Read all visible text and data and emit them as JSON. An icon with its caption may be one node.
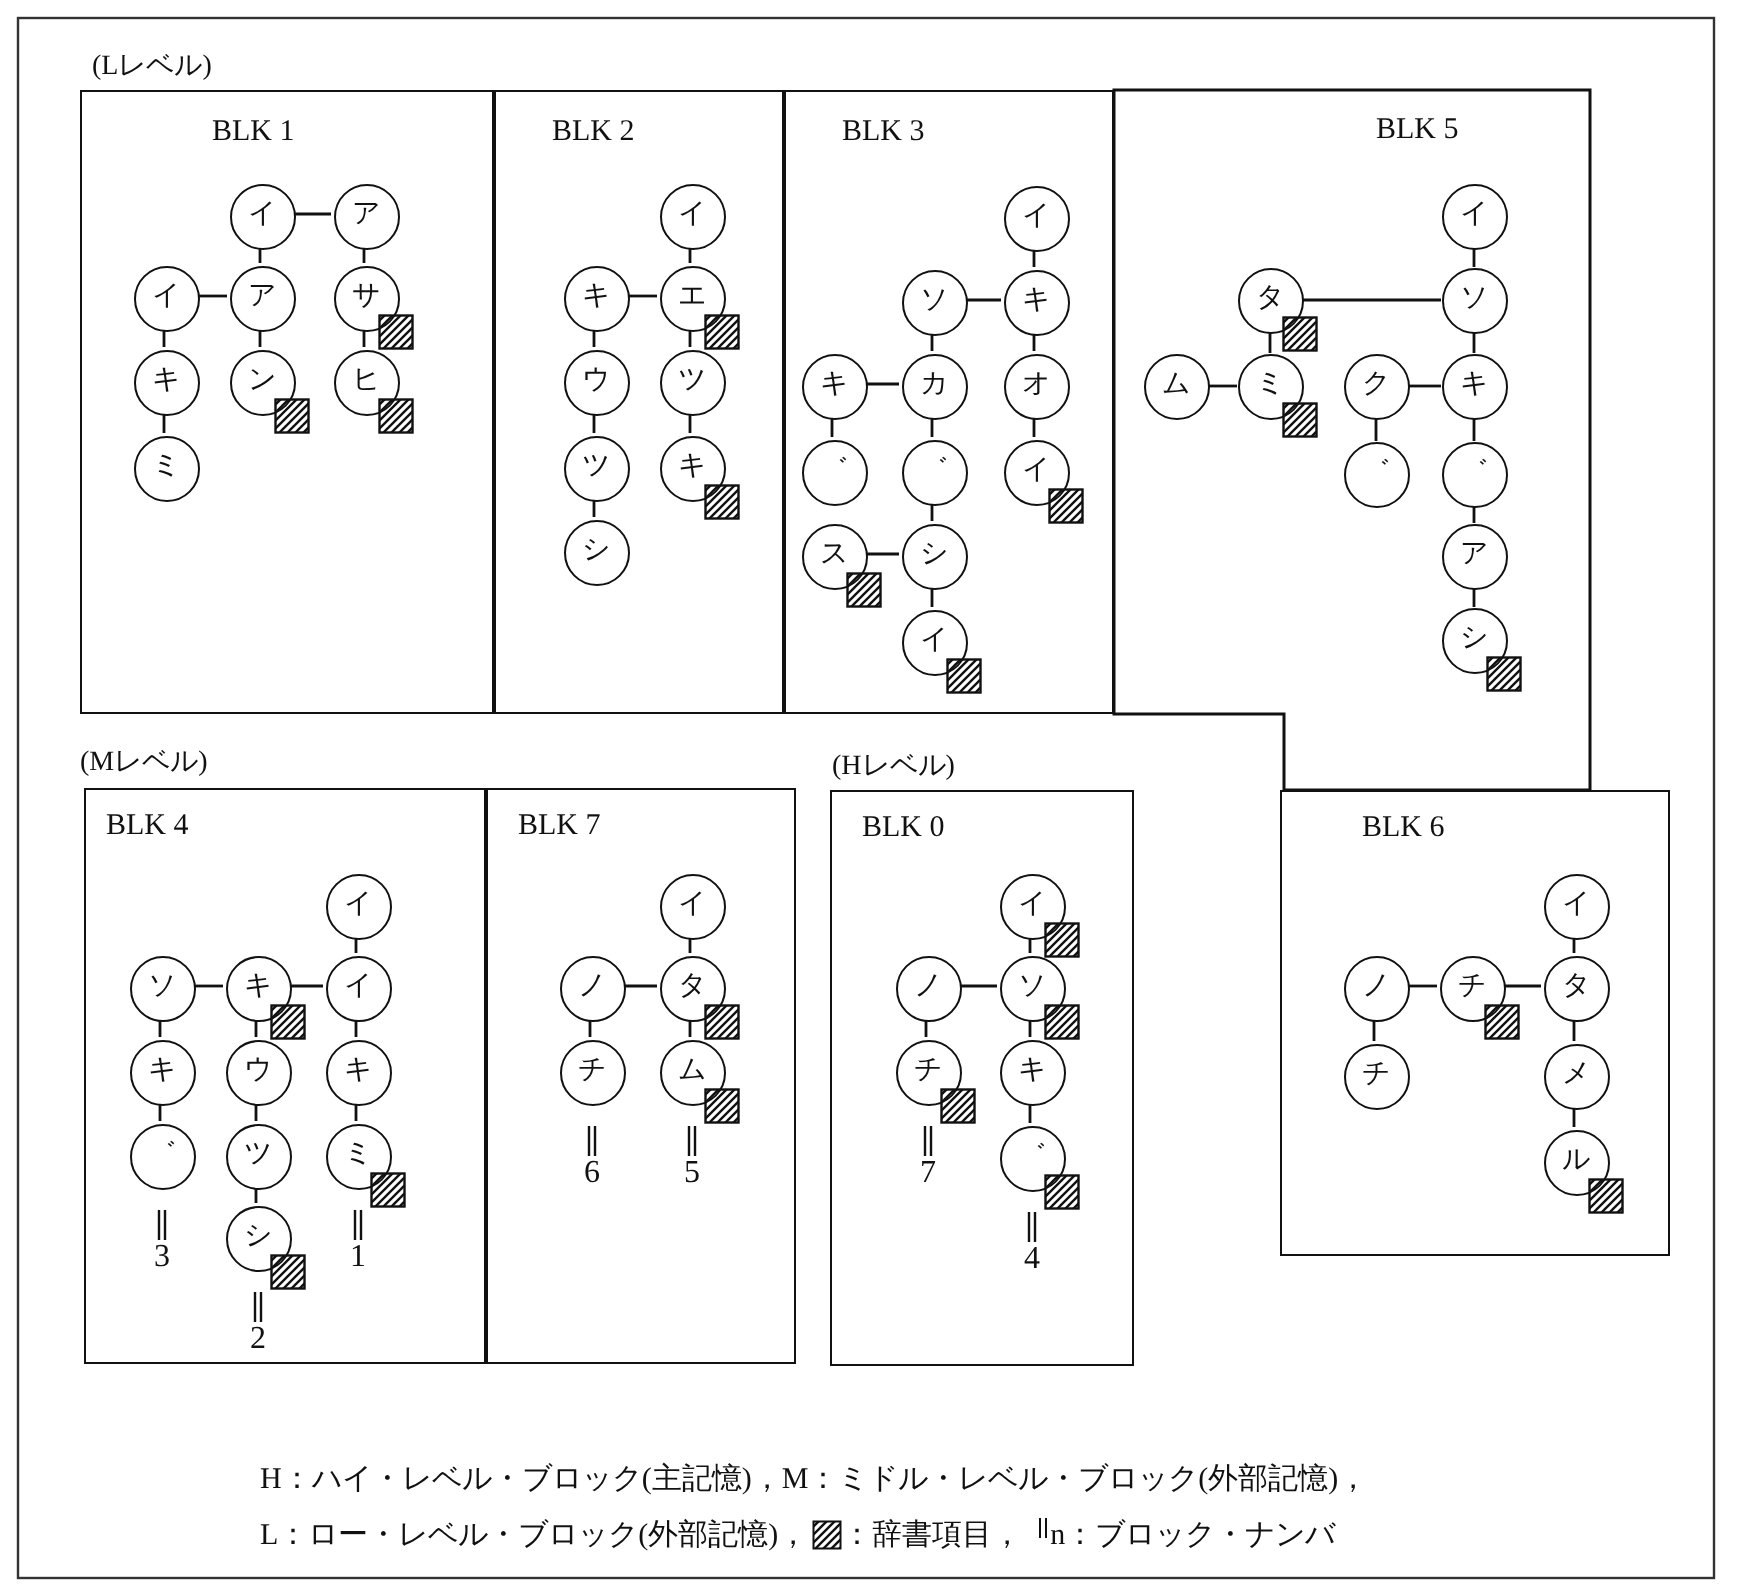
{
  "diagram": {
    "nodes": [
      {
        "text": [
          "BLK 1"
        ]
      },
      {
        "text": [
          "イ"
        ],
        "in": 0
      },
      {
        "text": [
          "ア"
        ],
        "in": 0
      },
      {
        "text": [
          "イ"
        ],
        "in": 0
      },
      {
        "text": [
          "ア"
        ],
        "in": 0
      },
      {
        "text": [
          "サ"
        ],
        "in": 0
      },
      {
        "text": [
          "キ"
        ],
        "in": 0
      },
      {
        "text": [
          "ン"
        ],
        "in": 0
      },
      {
        "text": [
          "ヒ"
        ],
        "in": 0
      },
      {
        "text": [
          "ミ"
        ],
        "in": 0
      },
      {
        "text": [
          "BLK 2"
        ]
      },
      {
        "text": [
          "イ"
        ],
        "in": 10
      },
      {
        "text": [
          "キ"
        ],
        "in": 10
      },
      {
        "text": [
          "エ"
        ],
        "in": 10
      },
      {
        "text": [
          "ウ"
        ],
        "in": 10
      },
      {
        "text": [
          "ツ"
        ],
        "in": 10
      },
      {
        "text": [
          "ツ"
        ],
        "in": 10
      },
      {
        "text": [
          "キ"
        ],
        "in": 10
      },
      {
        "text": [
          "シ"
        ],
        "in": 10
      },
      {
        "text": [
          "BLK 3"
        ]
      },
      {
        "text": [
          "イ"
        ],
        "in": 19
      },
      {
        "text": [
          "ソ"
        ],
        "in": 19
      },
      {
        "text": [
          "キ"
        ],
        "in": 19
      },
      {
        "text": [
          "キ"
        ],
        "in": 19
      },
      {
        "text": [
          "カ"
        ],
        "in": 19
      },
      {
        "text": [
          "オ"
        ],
        "in": 19
      },
      {
        "text": [
          "゛"
        ],
        "in": 19
      },
      {
        "text": [
          "゛"
        ],
        "in": 19
      },
      {
        "text": [
          "イ"
        ],
        "in": 19
      },
      {
        "text": [
          "ス"
        ],
        "in": 19
      },
      {
        "text": [
          "シ"
        ],
        "in": 19
      },
      {
        "text": [
          "イ"
        ],
        "in": 19
      },
      {
        "text": [
          "BLK 5"
        ]
      },
      {
        "text": [
          "イ"
        ],
        "in": 32
      },
      {
        "text": [
          "タ"
        ],
        "in": 32
      },
      {
        "text": [
          "ソ"
        ],
        "in": 32
      },
      {
        "text": [
          "ム"
        ],
        "in": 32
      },
      {
        "text": [
          "ミ"
        ],
        "in": 32
      },
      {
        "text": [
          "ク"
        ],
        "in": 32
      },
      {
        "text": [
          "キ"
        ],
        "in": 32
      },
      {
        "text": [
          "゛"
        ],
        "in": 32
      },
      {
        "text": [
          "゛"
        ],
        "in": 32
      },
      {
        "text": [
          "ア"
        ],
        "in": 32
      },
      {
        "text": [
          "シ"
        ],
        "in": 32
      },
      {
        "text": [
          "BLK 4"
        ]
      },
      {
        "text": [
          "イ"
        ],
        "in": 44
      },
      {
        "text": [
          "ソ"
        ],
        "in": 44
      },
      {
        "text": [
          "キ"
        ],
        "in": 44
      },
      {
        "text": [
          "イ"
        ],
        "in": 44
      },
      {
        "text": [
          "キ"
        ],
        "in": 44
      },
      {
        "text": [
          "ウ"
        ],
        "in": 44
      },
      {
        "text": [
          "キ"
        ],
        "in": 44
      },
      {
        "text": [
          "゛"
        ],
        "in": 44,
        "beside": [
          "3"
        ]
      },
      {
        "text": [
          "ツ"
        ],
        "in": 44
      },
      {
        "text": [
          "ミ"
        ],
        "in": 44,
        "beside": [
          "1"
        ]
      },
      {
        "text": [
          "シ"
        ],
        "in": 44,
        "beside": [
          "2"
        ]
      },
      {
        "text": [
          "BLK 7"
        ]
      },
      {
        "text": [
          "イ"
        ],
        "in": 56
      },
      {
        "text": [
          "ノ"
        ],
        "in": 56
      },
      {
        "text": [
          "タ"
        ],
        "in": 56
      },
      {
        "text": [
          "チ"
        ],
        "in": 56,
        "beside": [
          "6"
        ]
      },
      {
        "text": [
          "ム"
        ],
        "in": 56,
        "beside": [
          "5"
        ]
      },
      {
        "text": [
          "BLK 0"
        ]
      },
      {
        "text": [
          "イ"
        ],
        "in": 62
      },
      {
        "text": [
          "ノ"
        ],
        "in": 62
      },
      {
        "text": [
          "ソ"
        ],
        "in": 62
      },
      {
        "text": [
          "チ"
        ],
        "in": 62,
        "beside": [
          "7"
        ]
      },
      {
        "text": [
          "キ"
        ],
        "in": 62
      },
      {
        "text": [
          "゛"
        ],
        "in": 62,
        "beside": [
          "4"
        ]
      },
      {
        "text": [
          "BLK 6"
        ]
      },
      {
        "text": [
          "イ"
        ],
        "in": 69
      },
      {
        "text": [
          "ノ"
        ],
        "in": 69
      },
      {
        "text": [
          "チ"
        ],
        "in": 69
      },
      {
        "text": [
          "タ"
        ],
        "in": 69
      },
      {
        "text": [
          "チ"
        ],
        "in": 69
      },
      {
        "text": [
          "メ"
        ],
        "in": 69
      },
      {
        "text": [
          "ル"
        ],
        "in": 69
      }
    ],
    "edges": [
      {
        "from": 1,
        "to": 2,
        "arrow": "none"
      },
      {
        "from": 1,
        "to": 4,
        "arrow": "none"
      },
      {
        "from": 2,
        "to": 5,
        "arrow": "none"
      },
      {
        "from": 3,
        "to": 4,
        "arrow": "none"
      },
      {
        "from": 3,
        "to": 6,
        "arrow": "none"
      },
      {
        "from": 6,
        "to": 9,
        "arrow": "none"
      },
      {
        "from": 4,
        "to": 7,
        "arrow": "none"
      },
      {
        "from": 5,
        "to": 8,
        "arrow": "none"
      },
      {
        "from": 11,
        "to": 13,
        "arrow": "none"
      },
      {
        "from": 12,
        "to": 13,
        "arrow": "none"
      },
      {
        "from": 12,
        "to": 14,
        "arrow": "none"
      },
      {
        "from": 14,
        "to": 16,
        "arrow": "none"
      },
      {
        "from": 16,
        "to": 18,
        "arrow": "none"
      },
      {
        "from": 13,
        "to": 15,
        "arrow": "none"
      },
      {
        "from": 15,
        "to": 17,
        "arrow": "none"
      },
      {
        "from": 20,
        "to": 22,
        "arrow": "none"
      },
      {
        "from": 21,
        "to": 22,
        "arrow": "none"
      },
      {
        "from": 21,
        "to": 24,
        "arrow": "none"
      },
      {
        "from": 23,
        "to": 24,
        "arrow": "none"
      },
      {
        "from": 22,
        "to": 25,
        "arrow": "none"
      },
      {
        "from": 25,
        "to": 28,
        "arrow": "none"
      },
      {
        "from": 23,
        "to": 26,
        "arrow": "none"
      },
      {
        "from": 24,
        "to": 27,
        "arrow": "none"
      },
      {
        "from": 27,
        "to": 30,
        "arrow": "none"
      },
      {
        "from": 29,
        "to": 30,
        "arrow": "none"
      },
      {
        "from": 30,
        "to": 31,
        "arrow": "none"
      },
      {
        "from": 33,
        "to": 35,
        "arrow": "none"
      },
      {
        "from": 34,
        "to": 35,
        "arrow": "none"
      },
      {
        "from": 34,
        "to": 37,
        "arrow": "none"
      },
      {
        "from": 36,
        "to": 37,
        "arrow": "none"
      },
      {
        "from": 35,
        "to": 39,
        "arrow": "none"
      },
      {
        "from": 38,
        "to": 39,
        "arrow": "none"
      },
      {
        "from": 38,
        "to": 40,
        "arrow": "none"
      },
      {
        "from": 39,
        "to": 41,
        "arrow": "none"
      },
      {
        "from": 41,
        "to": 42,
        "arrow": "none"
      },
      {
        "from": 42,
        "to": 43,
        "arrow": "none"
      },
      {
        "from": 45,
        "to": 48,
        "arrow": "none"
      },
      {
        "from": 46,
        "to": 47,
        "arrow": "none"
      },
      {
        "from": 47,
        "to": 48,
        "arrow": "none"
      },
      {
        "from": 46,
        "to": 49,
        "arrow": "none"
      },
      {
        "from": 49,
        "to": 52,
        "arrow": "none"
      },
      {
        "from": 47,
        "to": 50,
        "arrow": "none"
      },
      {
        "from": 50,
        "to": 53,
        "arrow": "none"
      },
      {
        "from": 53,
        "to": 55,
        "arrow": "none"
      },
      {
        "from": 48,
        "to": 51,
        "arrow": "none"
      },
      {
        "from": 51,
        "to": 54,
        "arrow": "none"
      },
      {
        "from": 57,
        "to": 59,
        "arrow": "none"
      },
      {
        "from": 58,
        "to": 59,
        "arrow": "none"
      },
      {
        "from": 58,
        "to": 60,
        "arrow": "none"
      },
      {
        "from": 59,
        "to": 61,
        "arrow": "none"
      },
      {
        "from": 63,
        "to": 65,
        "arrow": "none"
      },
      {
        "from": 64,
        "to": 65,
        "arrow": "none"
      },
      {
        "from": 64,
        "to": 66,
        "arrow": "none"
      },
      {
        "from": 65,
        "to": 67,
        "arrow": "none"
      },
      {
        "from": 67,
        "to": 68,
        "arrow": "none"
      },
      {
        "from": 70,
        "to": 73,
        "arrow": "none"
      },
      {
        "from": 71,
        "to": 72,
        "arrow": "none"
      },
      {
        "from": 72,
        "to": 73,
        "arrow": "none"
      },
      {
        "from": 71,
        "to": 74,
        "arrow": "none"
      },
      {
        "from": 73,
        "to": 75,
        "arrow": "none"
      },
      {
        "from": 75,
        "to": 76,
        "arrow": "none"
      }
    ],
    "labels": [
      "(Lレベル)",
      "(Mレベル)",
      "(Hレベル)",
      "H：ハイ・レベル・ブロック(主記憶)，",
      "M：ミドル・レベル・ブロック(外部記憶)，",
      "L：ロー・レベル・ブロック(外部記憶)，"
    ],
    "legend": [
      {
        "text": "：辞書項目，"
      },
      {
        "text": "n：ブロック・ナンバ"
      }
    ]
  }
}
